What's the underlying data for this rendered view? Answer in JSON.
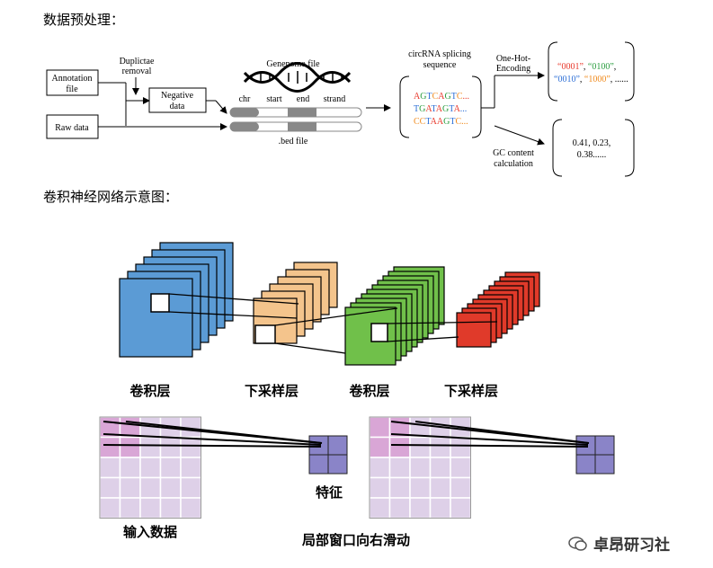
{
  "sections": {
    "preprocess_heading": "数据预处理：",
    "cnn_heading": "卷积神经网络示意图："
  },
  "pipeline": {
    "annotation_file": [
      "Annotation",
      "file"
    ],
    "raw_data": "Raw data",
    "duplicate_removal": [
      "Duplictae",
      "removal"
    ],
    "negative_data": [
      "Negative",
      "data"
    ],
    "genome_file": "Genenome file",
    "bed_columns": [
      "chr",
      "start",
      "end",
      "strand"
    ],
    "bed_file": ".bed file",
    "circrna_title": [
      "circRNA splicing",
      "sequence"
    ],
    "sequences": [
      {
        "chars": "AGTCAGTC",
        "colors": [
          "#e8392c",
          "#2a9d3f",
          "#2d6fd6",
          "#f08a1c",
          "#e8392c",
          "#2a9d3f",
          "#2d6fd6",
          "#f08a1c"
        ],
        "suffix": "..."
      },
      {
        "chars": "TGATAGTA",
        "colors": [
          "#2d6fd6",
          "#2a9d3f",
          "#e8392c",
          "#2d6fd6",
          "#e8392c",
          "#2a9d3f",
          "#2d6fd6",
          "#e8392c"
        ],
        "suffix": "..."
      },
      {
        "chars": "CCTAAGTC",
        "colors": [
          "#f08a1c",
          "#f08a1c",
          "#2d6fd6",
          "#e8392c",
          "#e8392c",
          "#2a9d3f",
          "#2d6fd6",
          "#f08a1c"
        ],
        "suffix": "..."
      }
    ],
    "onehot_label": [
      "One-Hot-",
      "Encoding"
    ],
    "onehot_codes": [
      {
        "text": "“0001”",
        "color": "#e8392c"
      },
      {
        "text": "“0100”",
        "color": "#2a9d3f"
      },
      {
        "text": "“0010”",
        "color": "#2d6fd6"
      },
      {
        "text": "“1000”",
        "color": "#f08a1c"
      }
    ],
    "onehot_tail": "......",
    "gc_label": [
      "GC content",
      "calculation"
    ],
    "gc_values": [
      "0.41, 0.23,",
      "0.38......"
    ]
  },
  "cnn": {
    "conv_label_1": "卷积层",
    "pool_label_1": "下采样层",
    "conv_label_2": "卷积层",
    "pool_label_2": "下采样层",
    "colors": {
      "conv1": "#5b9bd5",
      "pool1": "#f4c48c",
      "conv2": "#70c04a",
      "pool2": "#e03a2a"
    }
  },
  "sliding": {
    "input_label": "输入数据",
    "feature_label": "特征",
    "caption": "局部窗口向右滑动",
    "grid_size": 5,
    "feature_size": 2,
    "colors": {
      "cell": "#ded0e8",
      "window": "#d9a6d6",
      "feature": "#8a84c8"
    }
  },
  "watermark": "卓昂研习社"
}
